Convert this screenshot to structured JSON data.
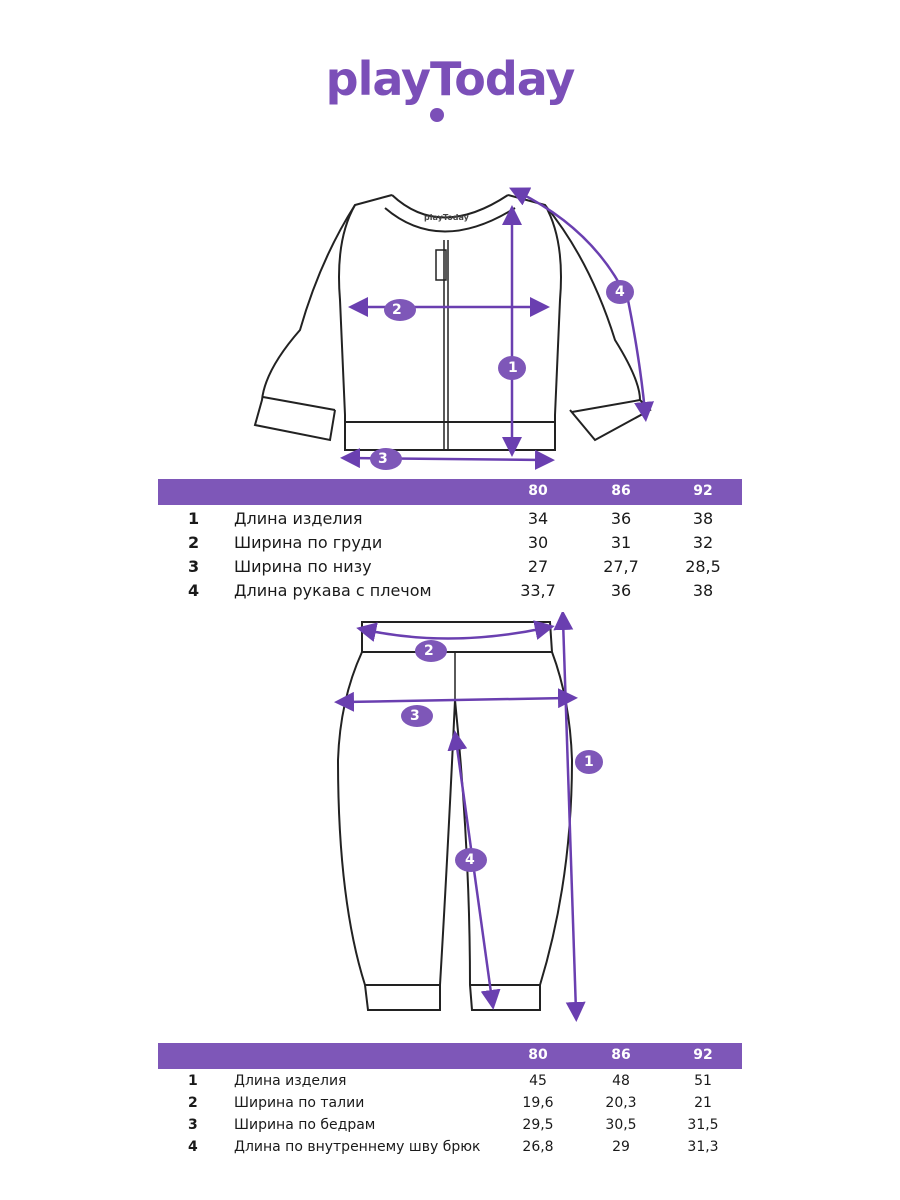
{
  "brand": {
    "logo_text": "playToday",
    "accent": "#7e57b8"
  },
  "jacket_diagram": {
    "markers": [
      "1",
      "2",
      "3",
      "4"
    ],
    "neck_label": "playToday"
  },
  "jacket_table": {
    "sizes": [
      "80",
      "86",
      "92"
    ],
    "rows": [
      {
        "num": "1",
        "label": "Длина изделия",
        "values": [
          "34",
          "36",
          "38"
        ]
      },
      {
        "num": "2",
        "label": "Ширина по груди",
        "values": [
          "30",
          "31",
          "32"
        ]
      },
      {
        "num": "3",
        "label": "Ширина по низу",
        "values": [
          "27",
          "27,7",
          "28,5"
        ]
      },
      {
        "num": "4",
        "label": "Длина рукава с плечом",
        "values": [
          "33,7",
          "36",
          "38"
        ]
      }
    ]
  },
  "pants_diagram": {
    "markers": [
      "1",
      "2",
      "3",
      "4"
    ]
  },
  "pants_table": {
    "sizes": [
      "80",
      "86",
      "92"
    ],
    "rows": [
      {
        "num": "1",
        "label": "Длина изделия",
        "values": [
          "45",
          "48",
          "51"
        ]
      },
      {
        "num": "2",
        "label": "Ширина по талии",
        "values": [
          "19,6",
          "20,3",
          "21"
        ]
      },
      {
        "num": "3",
        "label": "Ширина по бедрам",
        "values": [
          "29,5",
          "30,5",
          "31,5"
        ]
      },
      {
        "num": "4",
        "label": "Длина по внутреннему шву брюк",
        "values": [
          "26,8",
          "29",
          "31,3"
        ]
      }
    ]
  }
}
